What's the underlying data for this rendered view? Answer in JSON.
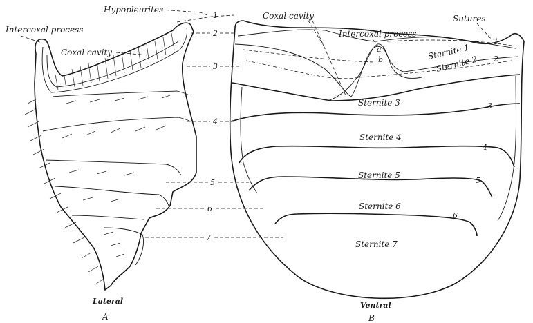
{
  "lateral": {
    "labels": {
      "hypopleurites": "Hypopleurites",
      "intercoxal_process": "Intercoxal process",
      "coxal_cavity": "Coxal cavity"
    },
    "caption": "Lateral",
    "letter": "A"
  },
  "ventral": {
    "labels": {
      "coxal_cavity": "Coxal cavity",
      "intercoxal_process": "Intercoxal process",
      "sutures": "Sutures",
      "a": "a",
      "b": "b"
    },
    "sternites": [
      "Sternite 1",
      "Sternite 2",
      "Sternite 3",
      "Sternite 4",
      "Sternite 5",
      "Sternite 6",
      "Sternite 7"
    ],
    "suture_numbers": [
      "1",
      "2",
      "3",
      "4",
      "5",
      "6"
    ],
    "caption": "Ventral",
    "letter": "B"
  },
  "segment_numbers": [
    "1",
    "2",
    "3",
    "4",
    "5",
    "6",
    "7"
  ]
}
